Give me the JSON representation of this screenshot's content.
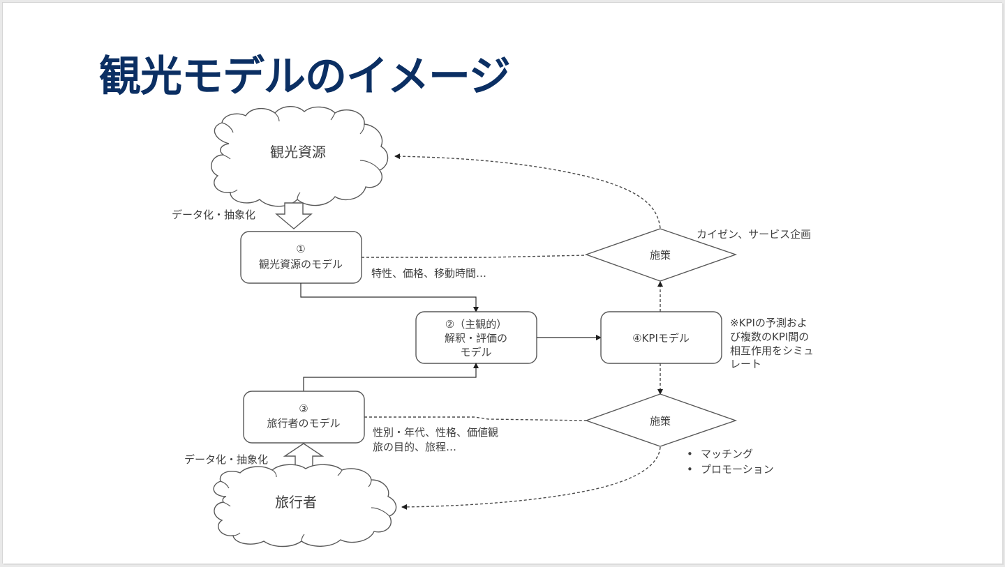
{
  "slide": {
    "title": "観光モデルのイメージ",
    "title_color": "#0b2f63"
  },
  "diagram": {
    "clouds": {
      "tourism_resources": "観光資源",
      "travelers": "旅行者"
    },
    "block_arrows": {
      "top_label": "データ化・抽象化",
      "bottom_label": "データ化・抽象化"
    },
    "boxes": {
      "resource_model": {
        "num": "①",
        "label": "観光資源のモデル"
      },
      "interpretation_model": {
        "line1": "②（主観的）",
        "line2": "解釈・評価の",
        "line3": "モデル"
      },
      "traveler_model": {
        "num": "③",
        "label": "旅行者のモデル"
      },
      "kpi_model": {
        "label": "④KPIモデル"
      }
    },
    "diamonds": {
      "upper": "施策",
      "lower": "施策"
    },
    "annotations": {
      "resource_attributes": "特性、価格、移動時間…",
      "traveler_attributes_line1": "性別・年代、性格、価値観",
      "traveler_attributes_line2": "旅の目的、旅程…",
      "upper_measures": "カイゼン、サービス企画",
      "kpi_note_lines": [
        "※KPIの予測およ",
        "び複数のKPI間の",
        "相互作用をシミュ",
        "レート"
      ],
      "lower_measures": [
        "マッチング",
        "プロモーション"
      ],
      "bullet": "•"
    },
    "colors": {
      "shape_stroke": "#595959",
      "text": "#404040",
      "connector": "#2e2e2e"
    }
  }
}
